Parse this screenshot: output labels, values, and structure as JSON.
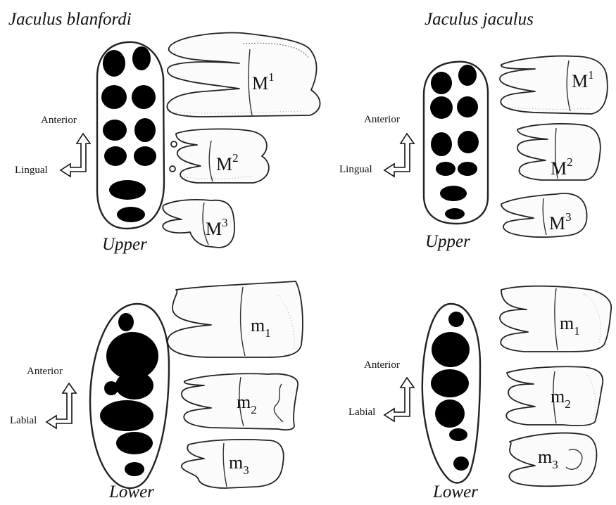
{
  "species": {
    "left": "Jaculus blanfordi",
    "right": "Jaculus jaculus"
  },
  "jaw_labels": {
    "upper": "Upper",
    "lower": "Lower"
  },
  "directions": {
    "anterior": "Anterior",
    "lingual": "Lingual",
    "labial": "Labial"
  },
  "teeth": {
    "upper": {
      "base": "M",
      "sups": [
        "1",
        "2",
        "3"
      ]
    },
    "lower": {
      "base": "m",
      "subs": [
        "1",
        "2",
        "3"
      ]
    }
  }
}
